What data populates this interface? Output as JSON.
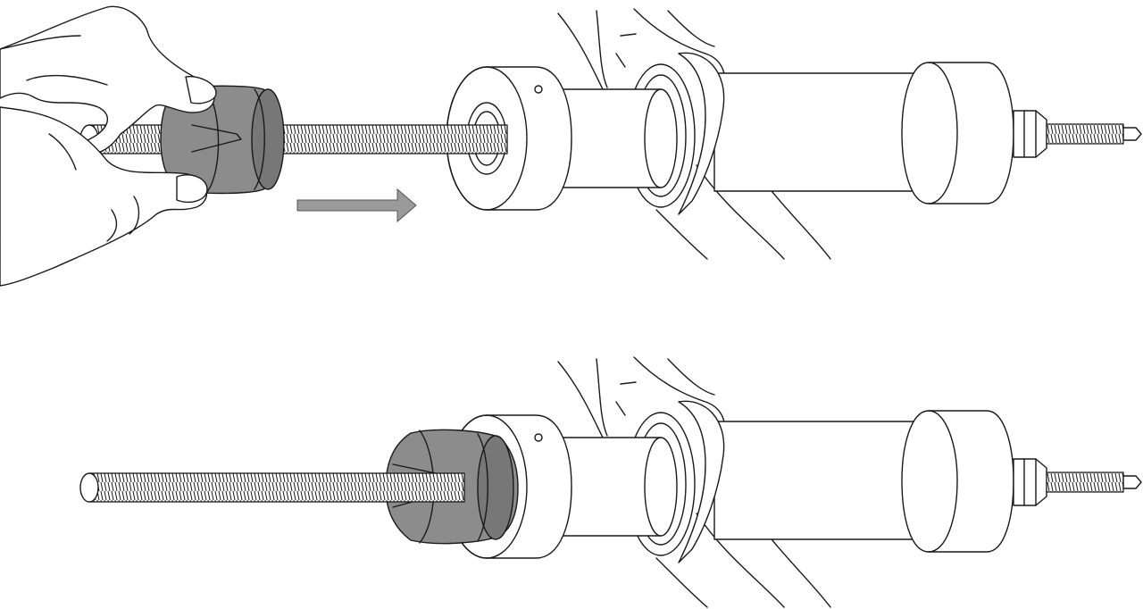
{
  "figure": {
    "panels": [
      {
        "id": "top",
        "step": "insert",
        "collet_shown": "in-hand",
        "arrow_direction": "right"
      },
      {
        "id": "bottom",
        "step": "seated",
        "collet_shown": "in-bore"
      }
    ],
    "colors": {
      "line": "#1a1a1a",
      "collet": "#8c8c8c",
      "arrow": "#9a9a9a",
      "background": "#ffffff"
    },
    "icons": [
      "hand",
      "threaded-rod",
      "split-collet",
      "puller-body",
      "direction-arrow",
      "suspension-arm"
    ]
  }
}
